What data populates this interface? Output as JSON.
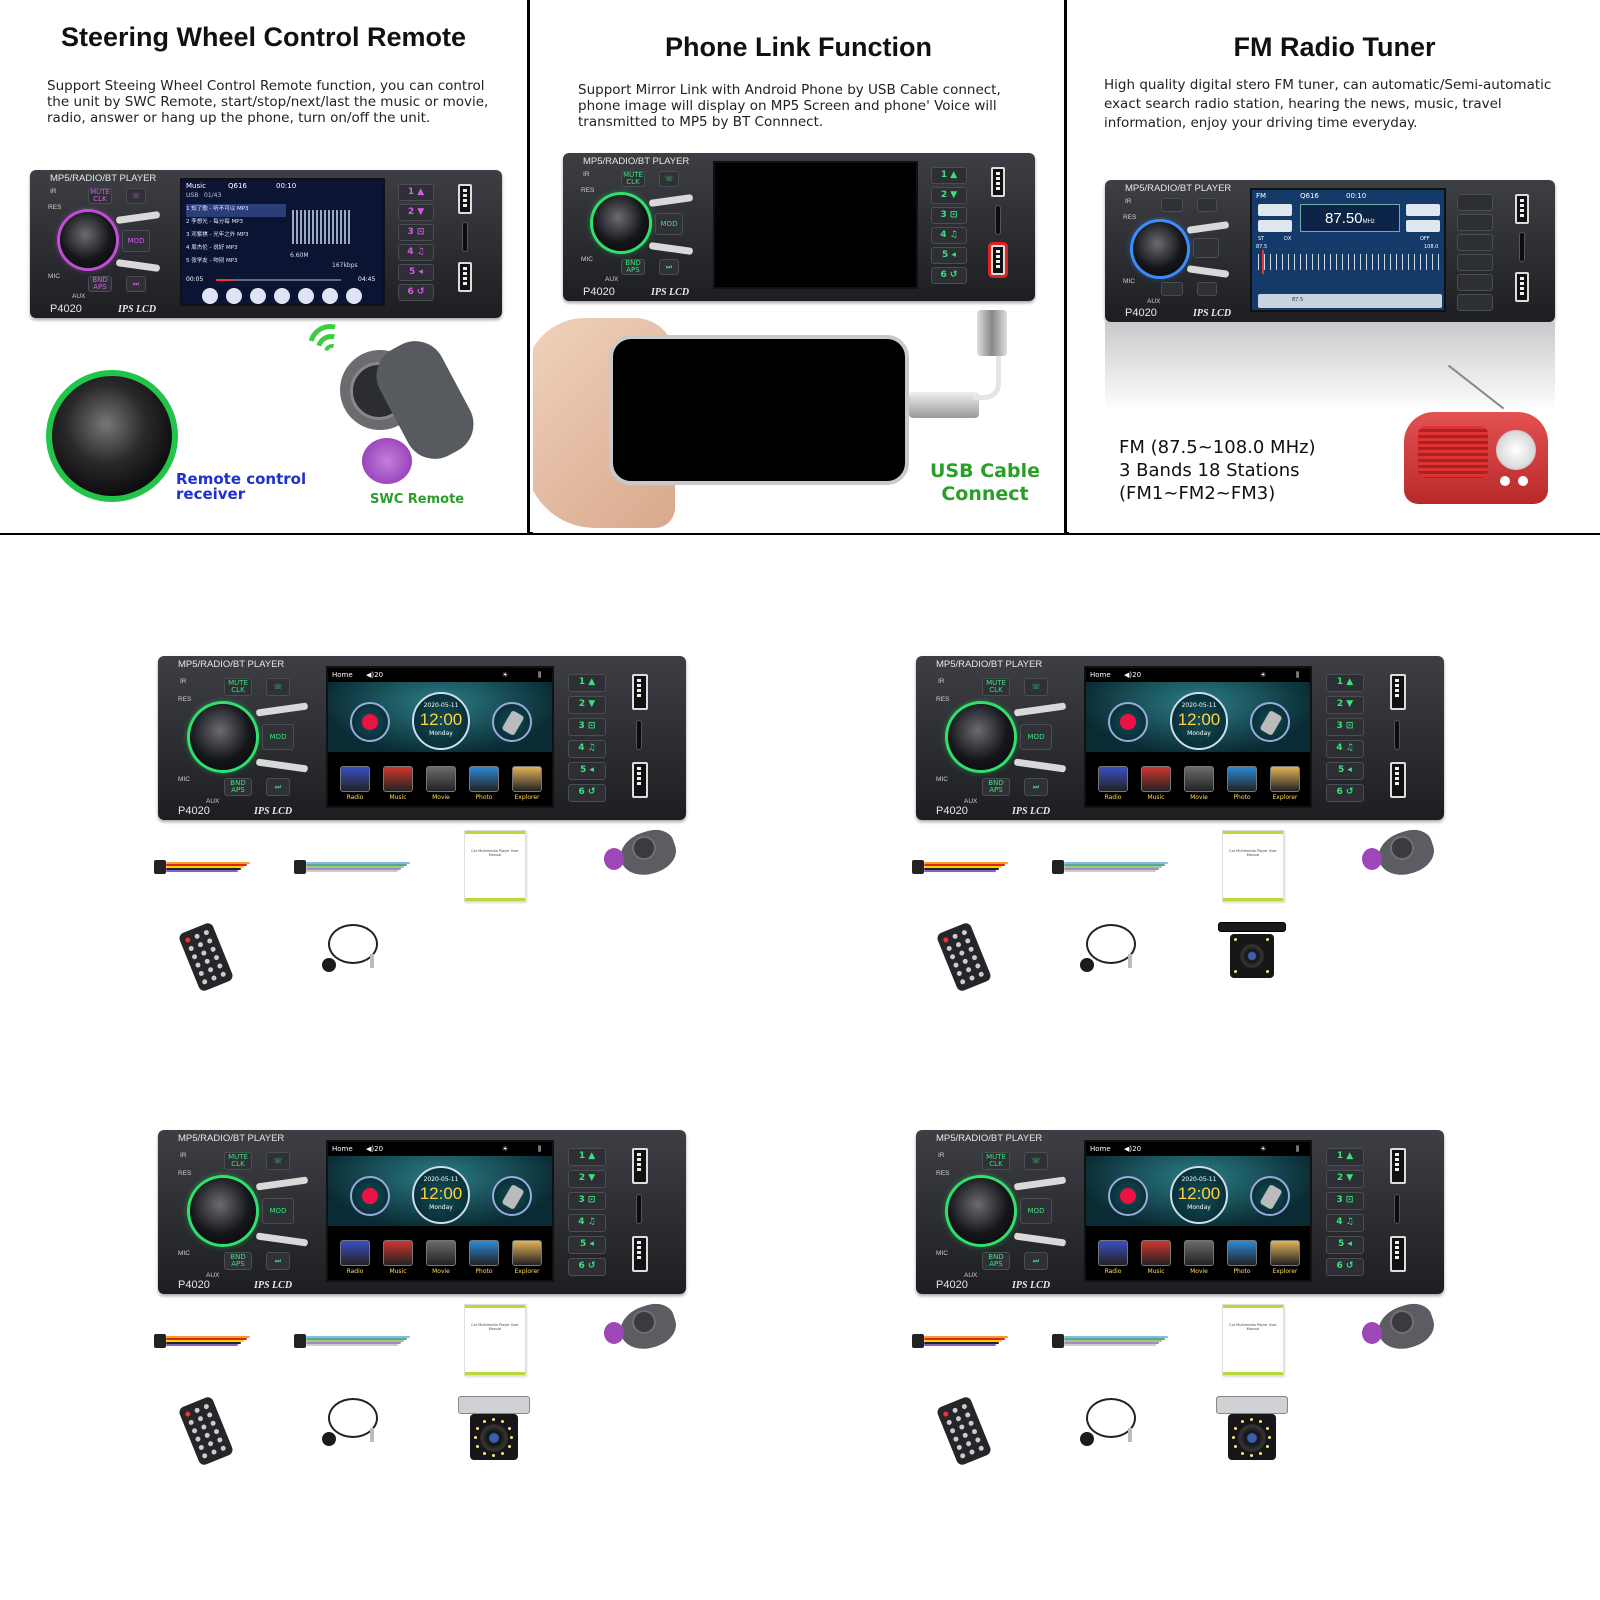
{
  "panels": {
    "swc": {
      "title": "Steering Wheel Control Remote",
      "description": "Support Steeing Wheel Control Remote function, you can control the unit by SWC Remote, start/stop/next/last the music or movie, radio, answer or hang up the phone, turn on/off the unit.",
      "receiver_label": "Remote control receiver",
      "remote_label": "SWC Remote",
      "screen": {
        "tab_music": "Music",
        "track_no": "Q616",
        "time": "00:10",
        "source": "USB",
        "count": "01/43",
        "tracks": [
          "1 知了歌 - 听不可以 MP3",
          "2 李想光 - 每分每 MP3",
          "3 邓紫棋 - 光年之外 MP3",
          "4 周杰伦 - 说好 MP3",
          "5 张学友 - 吻别 MP3"
        ],
        "elapsed": "00:05",
        "total": "04:45",
        "filesize": "6.60M",
        "bitrate": "167kbps"
      }
    },
    "phone_link": {
      "title": "Phone Link Function",
      "description": "Support Mirror Link with Android Phone by USB Cable connect, phone image will display on MP5 Screen and phone' Voice will transmitted to MP5 by BT Connnect.",
      "usb_label": "USB Cable Connect"
    },
    "fm": {
      "title": "FM Radio Tuner",
      "description": "High quality digital stero FM tuner, can automatic/Semi-automatic exact search radio station, hearing the news, music, travel information, enjoy your driving time everyday.",
      "specs": [
        "FM (87.5~108.0 MHz)",
        "3 Bands 18 Stations",
        "(FM1~FM2~FM3)"
      ],
      "screen": {
        "band": "FM",
        "track_no": "Q616",
        "time": "00:10",
        "frequency": "87.50",
        "unit": "MHz",
        "scale_min": "87.5",
        "scale_max": "108.0",
        "st": "ST",
        "dx": "DX",
        "off": "OFF",
        "preset": "87.5"
      }
    }
  },
  "unit": {
    "title": "MP5/RADIO/BT PLAYER",
    "model": "P4020",
    "lcd": "IPS LCD",
    "ir": "IR",
    "res": "RES",
    "mic": "MIC",
    "aux": "AUX",
    "mute_label": "MUTE CLK",
    "mod_label": "MOD",
    "bnd_label": "BND APS",
    "right_buttons": [
      "1 ▲",
      "2 ▼",
      "3 ⊡",
      "4 ♫",
      "5 ◂",
      "6 ↺"
    ],
    "home": {
      "home_label": "Home",
      "volume": "◀)20",
      "date": "2020-05-11",
      "clock": "12:00",
      "weekday": "Monday",
      "apps": [
        "Radio",
        "Music",
        "Movie",
        "Photo",
        "Explorer"
      ]
    }
  },
  "packages": [
    {
      "id": "pkg-1",
      "camera": "none"
    },
    {
      "id": "pkg-2",
      "camera": "4-led"
    },
    {
      "id": "pkg-3",
      "camera": "12-led"
    },
    {
      "id": "pkg-4",
      "camera": "12-led"
    }
  ],
  "manual_title": "Car Multimedia Player User Manual",
  "colors": {
    "led_green": "#2fe06b",
    "led_purple": "#c24ed8",
    "led_blue": "#3b8cff",
    "swc_purple": "#9d47b8",
    "usb_text": "#2a9d2a",
    "receiver_text": "#1f2fd0",
    "radio_red": "#d93a3a"
  }
}
